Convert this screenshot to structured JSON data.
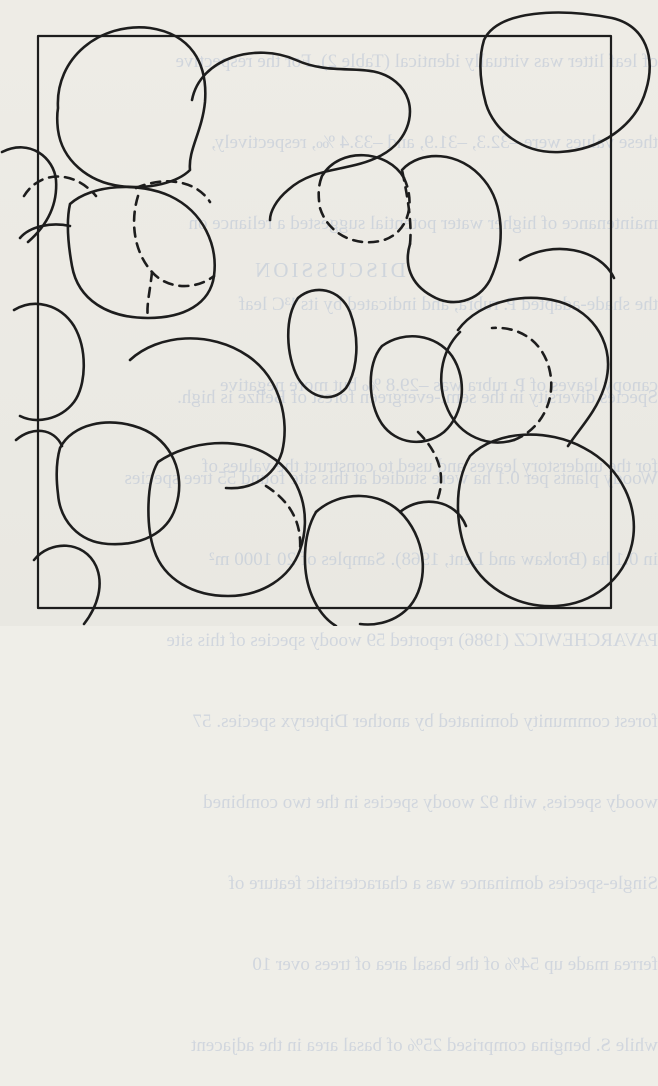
{
  "bleed_through": {
    "top_lines": [
      "of leaf litter was virtually identical (Table 2). For the respective",
      "these values were –32.3, –31.9, and –33.4 ‰, respectively,",
      "maintenance of higher water potential suggested a reliance on",
      "the shade-adapted P. rubra, and indicated by its ¹³C leaf",
      "canopy leaves of P. rubra was –29.8 ‰ but more negative",
      "for the understory leaves and used to construct the values of"
    ],
    "heading": "DISCUSSION",
    "bottom_lines": [
      "Species diversity in the semi-evergreen forest of Belize is high.",
      "Woody plants per 0.1 ha were studied at this site found 55 tree species",
      "in 0.1 ha (Brokaw and Lent, 1968). Samples of 20 1000 m²",
      "PAVARCHEWICZ (1986) reported 59 woody species of this site",
      "forest community dominated by another Dipteryx species. 57",
      "woody species, with 92 woody species in the two combined",
      "Single-species dominance was a characteristic feature of",
      "ferrea made up 54% of the basal area of trees over 10",
      "while S. bengina comprised 25% of basal area in the adjacent"
    ]
  },
  "diagram": {
    "description_free": true,
    "frame": "square-plot",
    "crown_outline_style": "solid",
    "overlap_outline_style": "dashed",
    "ink_color": "#1d1d1d"
  }
}
